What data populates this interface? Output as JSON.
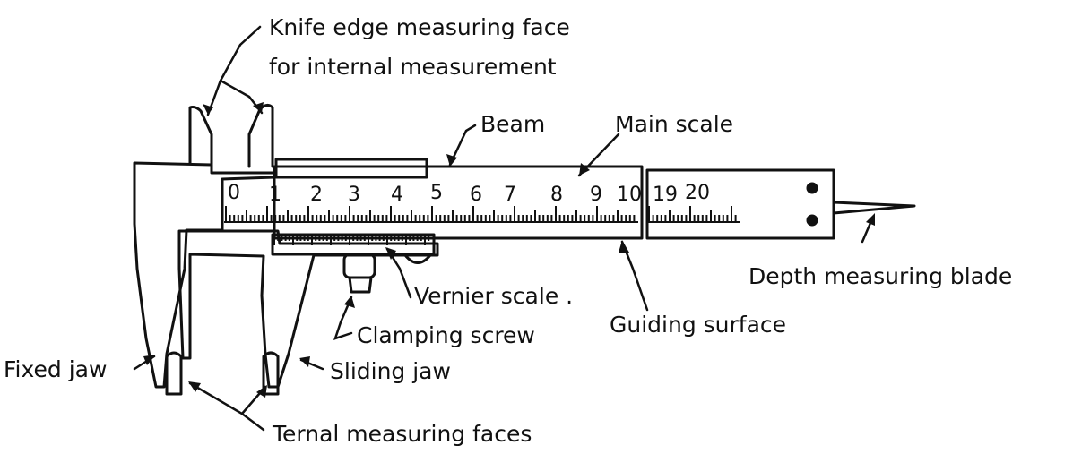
{
  "labels": {
    "knife_edge_line1": "Knife edge measuring face",
    "knife_edge_line2": "for internal  measurement",
    "beam": "Beam",
    "main_scale": "Main scale",
    "depth_blade": "Depth measuring blade",
    "vernier_scale": "Vernier scale .",
    "guiding_surface": "Guiding surface",
    "clamping_screw": "Clamping screw",
    "fixed_jaw": "Fixed jaw",
    "sliding_jaw": "Sliding jaw",
    "ternal_faces": "Ternal measuring faces"
  },
  "scale_numbers": [
    "0",
    "1",
    "2",
    "3",
    "4",
    "5",
    "6",
    "7",
    "8",
    "9",
    "10",
    "19",
    "20"
  ],
  "colors": {
    "ink": "#111111",
    "paper": "#ffffff"
  }
}
